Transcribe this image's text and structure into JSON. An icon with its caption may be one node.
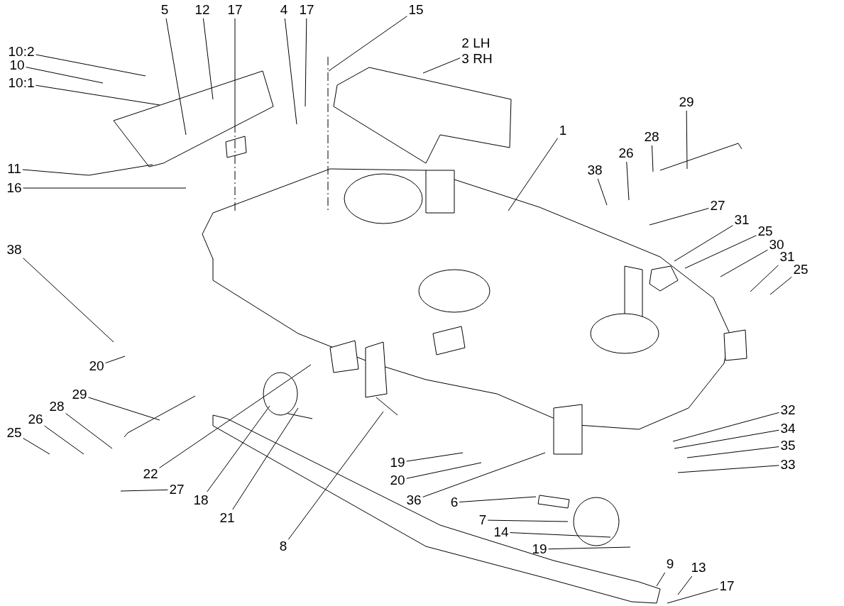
{
  "diagram": {
    "nodes": [
      {
        "text": [
          "10:2"
        ]
      },
      {
        "text": [
          "10"
        ]
      },
      {
        "text": [
          "10:1"
        ]
      },
      {
        "text": [
          "5"
        ]
      },
      {
        "text": [
          "12"
        ]
      },
      {
        "text": [
          "17"
        ]
      },
      {
        "text": [
          "4"
        ]
      },
      {
        "text": [
          "17"
        ]
      },
      {
        "text": [
          "15"
        ]
      },
      {
        "text": [
          "2 LH",
          "3 RH"
        ]
      },
      {
        "text": [
          "29"
        ]
      },
      {
        "text": [
          "28"
        ]
      },
      {
        "text": [
          "26"
        ]
      },
      {
        "text": [
          "38"
        ]
      },
      {
        "text": [
          "1"
        ]
      },
      {
        "text": [
          "27"
        ]
      },
      {
        "text": [
          "11"
        ]
      },
      {
        "text": [
          "16"
        ]
      },
      {
        "text": [
          "31"
        ]
      },
      {
        "text": [
          "25"
        ]
      },
      {
        "text": [
          "30"
        ]
      },
      {
        "text": [
          "31"
        ]
      },
      {
        "text": [
          "25"
        ]
      },
      {
        "text": [
          "38"
        ]
      },
      {
        "text": [
          "20"
        ]
      },
      {
        "text": [
          "29"
        ]
      },
      {
        "text": [
          "28"
        ]
      },
      {
        "text": [
          "26"
        ]
      },
      {
        "text": [
          "25"
        ]
      },
      {
        "text": [
          "22"
        ]
      },
      {
        "text": [
          "27"
        ]
      },
      {
        "text": [
          "18"
        ]
      },
      {
        "text": [
          "21"
        ]
      },
      {
        "text": [
          "8"
        ]
      },
      {
        "text": [
          "32"
        ]
      },
      {
        "text": [
          "34"
        ]
      },
      {
        "text": [
          "35"
        ]
      },
      {
        "text": [
          "33"
        ]
      },
      {
        "text": [
          "19"
        ]
      },
      {
        "text": [
          "20"
        ]
      },
      {
        "text": [
          "36"
        ]
      },
      {
        "text": [
          "6"
        ]
      },
      {
        "text": [
          "7"
        ]
      },
      {
        "text": [
          "14"
        ]
      },
      {
        "text": [
          "19"
        ]
      },
      {
        "text": [
          "9"
        ]
      },
      {
        "text": [
          "13"
        ]
      },
      {
        "text": [
          "17"
        ]
      }
    ],
    "edges": [
      {
        "from": 0,
        "to": null,
        "arrow": "none"
      },
      {
        "from": 1,
        "to": null,
        "arrow": "none"
      },
      {
        "from": 2,
        "to": null,
        "arrow": "none"
      },
      {
        "from": 3,
        "to": null,
        "arrow": "none"
      },
      {
        "from": 4,
        "to": null,
        "arrow": "none"
      },
      {
        "from": 5,
        "to": null,
        "arrow": "none"
      },
      {
        "from": 6,
        "to": null,
        "arrow": "none"
      },
      {
        "from": 7,
        "to": null,
        "arrow": "none"
      },
      {
        "from": 8,
        "to": null,
        "arrow": "none"
      },
      {
        "from": 9,
        "to": null,
        "arrow": "none"
      },
      {
        "from": 10,
        "to": null,
        "arrow": "none"
      },
      {
        "from": 11,
        "to": null,
        "arrow": "none"
      },
      {
        "from": 12,
        "to": null,
        "arrow": "none"
      },
      {
        "from": 13,
        "to": null,
        "arrow": "none"
      },
      {
        "from": 14,
        "to": null,
        "arrow": "none"
      },
      {
        "from": 15,
        "to": null,
        "arrow": "none"
      },
      {
        "from": 16,
        "to": null,
        "arrow": "none"
      },
      {
        "from": 17,
        "to": null,
        "arrow": "none"
      },
      {
        "from": 18,
        "to": null,
        "arrow": "none"
      },
      {
        "from": 19,
        "to": null,
        "arrow": "none"
      },
      {
        "from": 20,
        "to": null,
        "arrow": "none"
      },
      {
        "from": 21,
        "to": null,
        "arrow": "none"
      },
      {
        "from": 22,
        "to": null,
        "arrow": "none"
      },
      {
        "from": 23,
        "to": null,
        "arrow": "none"
      },
      {
        "from": 24,
        "to": null,
        "arrow": "none"
      },
      {
        "from": 25,
        "to": null,
        "arrow": "none"
      },
      {
        "from": 26,
        "to": null,
        "arrow": "none"
      },
      {
        "from": 27,
        "to": null,
        "arrow": "none"
      },
      {
        "from": 28,
        "to": null,
        "arrow": "none"
      },
      {
        "from": 29,
        "to": null,
        "arrow": "none"
      },
      {
        "from": 30,
        "to": null,
        "arrow": "none"
      },
      {
        "from": 31,
        "to": null,
        "arrow": "none"
      },
      {
        "from": 32,
        "to": null,
        "arrow": "none"
      },
      {
        "from": 33,
        "to": null,
        "arrow": "none"
      },
      {
        "from": 34,
        "to": null,
        "arrow": "none"
      },
      {
        "from": 35,
        "to": null,
        "arrow": "none"
      },
      {
        "from": 36,
        "to": null,
        "arrow": "none"
      },
      {
        "from": 37,
        "to": null,
        "arrow": "none"
      },
      {
        "from": 38,
        "to": null,
        "arrow": "none"
      },
      {
        "from": 39,
        "to": null,
        "arrow": "none"
      },
      {
        "from": 40,
        "to": null,
        "arrow": "none"
      },
      {
        "from": 41,
        "to": null,
        "arrow": "none"
      },
      {
        "from": 42,
        "to": null,
        "arrow": "none"
      },
      {
        "from": 43,
        "to": null,
        "arrow": "none"
      },
      {
        "from": 44,
        "to": null,
        "arrow": "none"
      },
      {
        "from": 45,
        "to": null,
        "arrow": "none"
      },
      {
        "from": 46,
        "to": null,
        "arrow": "none"
      },
      {
        "from": 47,
        "to": null,
        "arrow": "none"
      }
    ]
  }
}
